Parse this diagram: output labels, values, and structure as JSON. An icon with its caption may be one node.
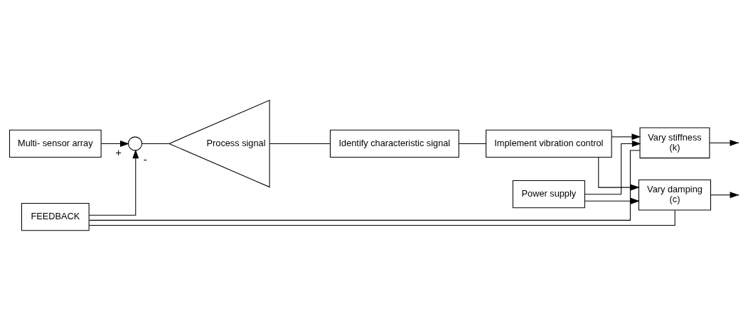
{
  "diagram": {
    "nodes": [
      {
        "text": [
          "Multi- sensor array"
        ]
      },
      {
        "text": [],
        "shape": "circle"
      },
      {
        "text": [
          "Process signal"
        ]
      },
      {
        "text": [
          "Identify characteristic signal"
        ]
      },
      {
        "text": [
          "Implement vibration control"
        ]
      },
      {
        "text": [
          "Power supply"
        ]
      },
      {
        "text": [
          "Vary stiffness",
          "(k)"
        ]
      },
      {
        "text": [
          "Vary damping",
          "(c)"
        ]
      },
      {
        "text": [
          "FEEDBACK"
        ]
      }
    ],
    "edges": [
      {
        "from": 0,
        "to": 1,
        "arrow": "to",
        "label": "+"
      },
      {
        "from": 1,
        "to": 2,
        "arrow": "none"
      },
      {
        "from": 2,
        "to": 3,
        "arrow": "none"
      },
      {
        "from": 3,
        "to": 4,
        "arrow": "none"
      },
      {
        "from": 4,
        "to": 6,
        "arrow": "to"
      },
      {
        "from": 4,
        "to": 7,
        "arrow": "to"
      },
      {
        "from": 5,
        "to": 6,
        "arrow": "to"
      },
      {
        "from": 5,
        "to": 7,
        "arrow": "to"
      },
      {
        "from": 6,
        "to": null,
        "arrow": "to"
      },
      {
        "from": 7,
        "to": null,
        "arrow": "to"
      },
      {
        "from": 6,
        "to": 8,
        "arrow": "none"
      },
      {
        "from": 7,
        "to": 8,
        "arrow": "none"
      },
      {
        "from": 8,
        "to": 1,
        "arrow": "to",
        "label": "-"
      }
    ]
  }
}
